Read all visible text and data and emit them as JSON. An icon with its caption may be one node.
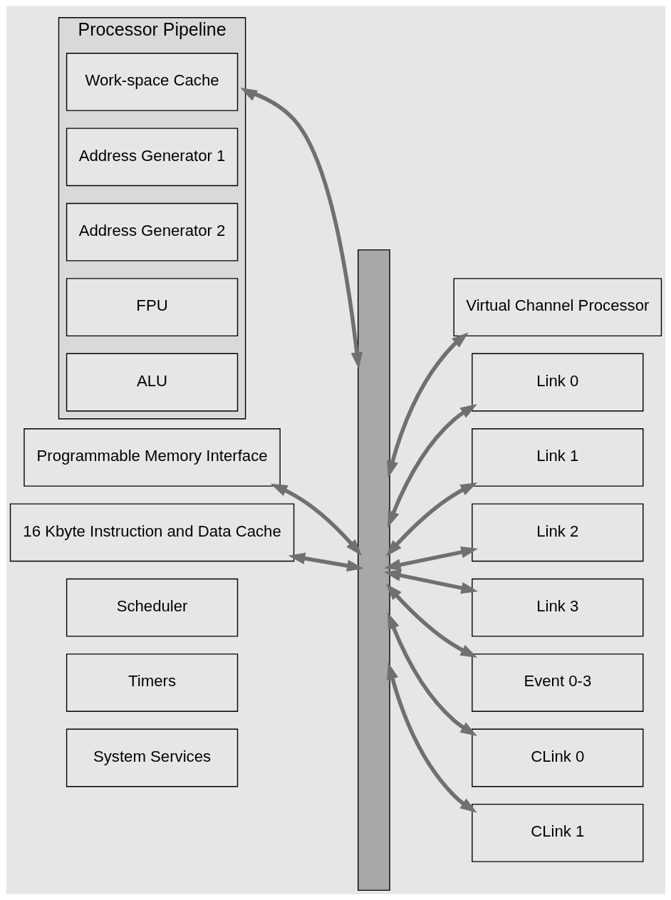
{
  "diagram": {
    "nodes": [
      {
        "text": [
          "Processor Pipeline"
        ]
      },
      {
        "text": [
          "Work-space Cache"
        ],
        "in": 0
      },
      {
        "text": [
          "Address Generator 1"
        ],
        "in": 0
      },
      {
        "text": [
          "Address Generator 2"
        ],
        "in": 0
      },
      {
        "text": [
          "FPU"
        ],
        "in": 0
      },
      {
        "text": [
          "ALU"
        ],
        "in": 0
      },
      {
        "text": [],
        "shape": "bar"
      },
      {
        "text": [
          "System Services"
        ]
      },
      {
        "text": [
          "Timers"
        ]
      },
      {
        "text": [
          "Scheduler"
        ]
      },
      {
        "text": [
          "16 Kbyte Instruction and Data Cache"
        ]
      },
      {
        "text": [
          "Programmable Memory Interface"
        ]
      },
      {
        "text": [
          "Virtual Channel Processor"
        ]
      },
      {
        "text": [
          "Link 0"
        ]
      },
      {
        "text": [
          "Link 1"
        ]
      },
      {
        "text": [
          "Link 2"
        ]
      },
      {
        "text": [
          "Link 3"
        ]
      },
      {
        "text": [
          "Event 0-3"
        ]
      },
      {
        "text": [
          "CLink 0"
        ]
      },
      {
        "text": [
          "CLink 1"
        ]
      }
    ],
    "edges": [
      {
        "from": 0,
        "to": 6,
        "arrow": "both"
      },
      {
        "from": 10,
        "to": 6,
        "arrow": "both"
      },
      {
        "from": 11,
        "to": 6,
        "arrow": "both"
      },
      {
        "from": 6,
        "to": 12,
        "arrow": "both"
      },
      {
        "from": 6,
        "to": 13,
        "arrow": "both"
      },
      {
        "from": 6,
        "to": 14,
        "arrow": "both"
      },
      {
        "from": 6,
        "to": 15,
        "arrow": "both"
      },
      {
        "from": 6,
        "to": 16,
        "arrow": "both"
      },
      {
        "from": 6,
        "to": 17,
        "arrow": "both"
      },
      {
        "from": 6,
        "to": 18,
        "arrow": "both"
      },
      {
        "from": 6,
        "to": 19,
        "arrow": "both"
      }
    ]
  }
}
